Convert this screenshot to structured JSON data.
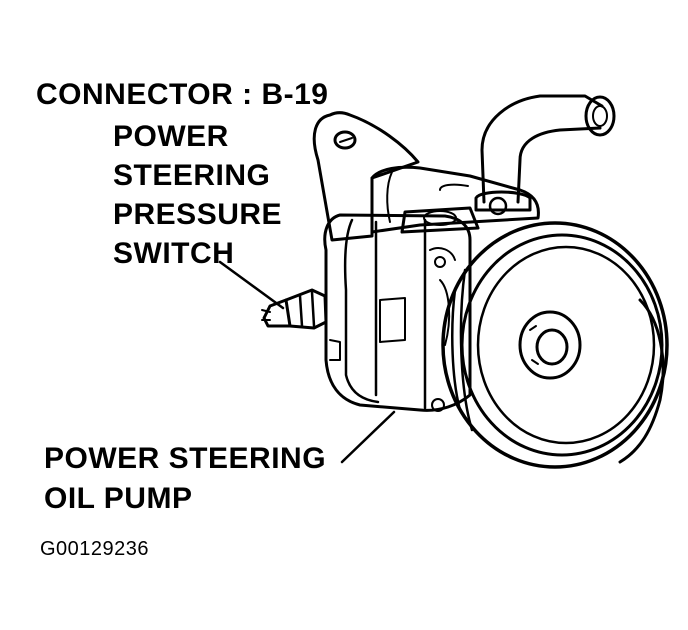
{
  "labels": {
    "connector": "CONNECTOR : B-19",
    "switch_line1": "POWER",
    "switch_line2": "STEERING",
    "switch_line3": "PRESSURE",
    "switch_line4": "SWITCH",
    "pump_line1": "POWER STEERING",
    "pump_line2": "OIL PUMP"
  },
  "figure_code": "G00129236"
}
